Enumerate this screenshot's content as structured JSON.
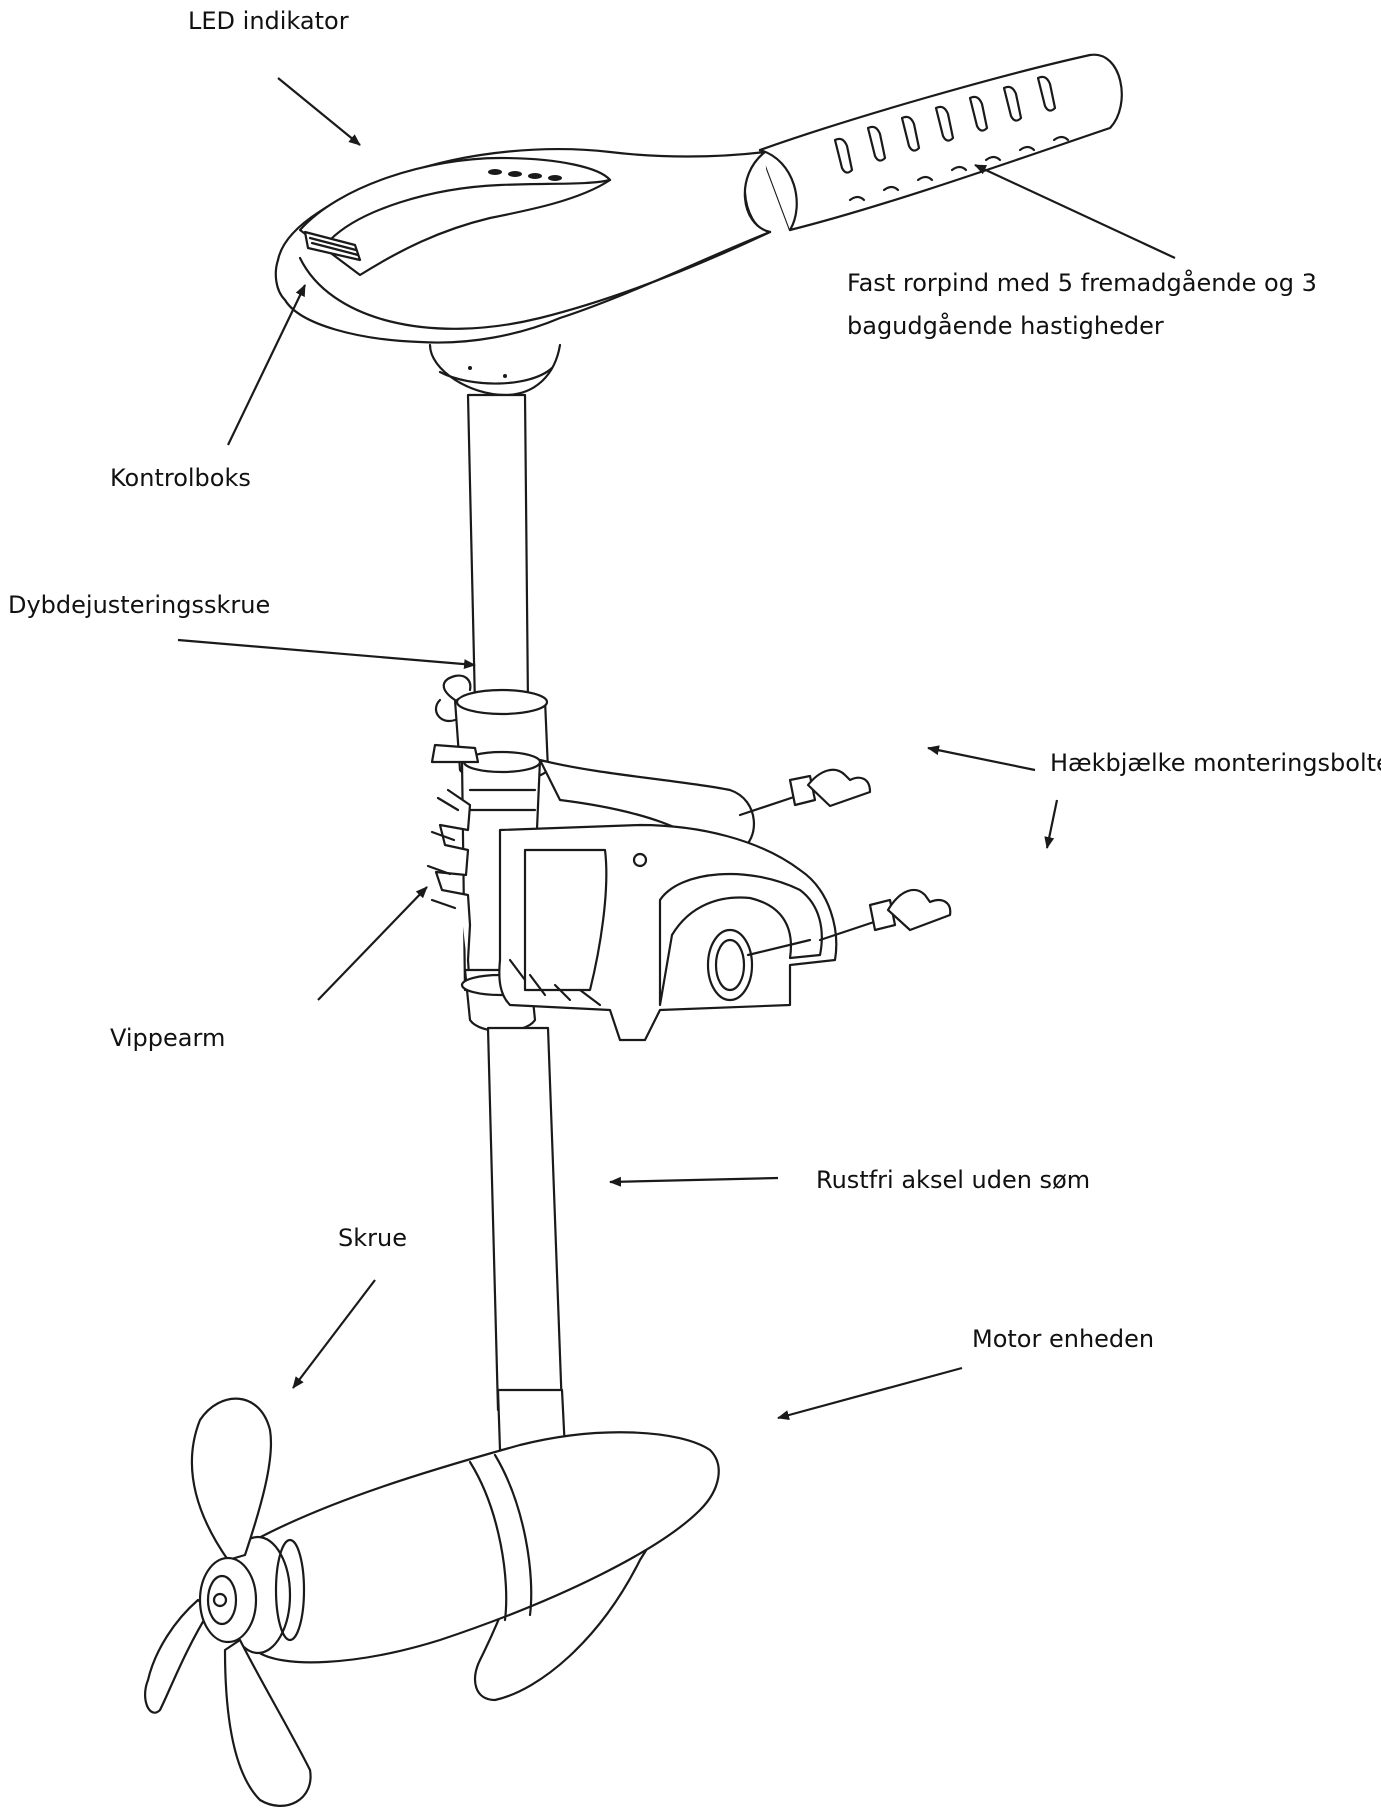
{
  "labels": {
    "led_indicator": "LED indikator",
    "tiller_line1": "Fast rorpind med 5 fremadgående og 3",
    "tiller_line2": "bagudgående hastigheder",
    "control_box": "Kontrolboks",
    "depth_screw": "Dybdejusteringsskrue",
    "transom_bolts": "Hækbjælke monteringsbolte",
    "tilt_arm": "Vippearm",
    "shaft": "Rustfri aksel uden søm",
    "propeller": "Skrue",
    "motor_unit": "Motor enheden"
  },
  "colors": {
    "line": "#1a1a1a",
    "fill": "#ffffff"
  }
}
